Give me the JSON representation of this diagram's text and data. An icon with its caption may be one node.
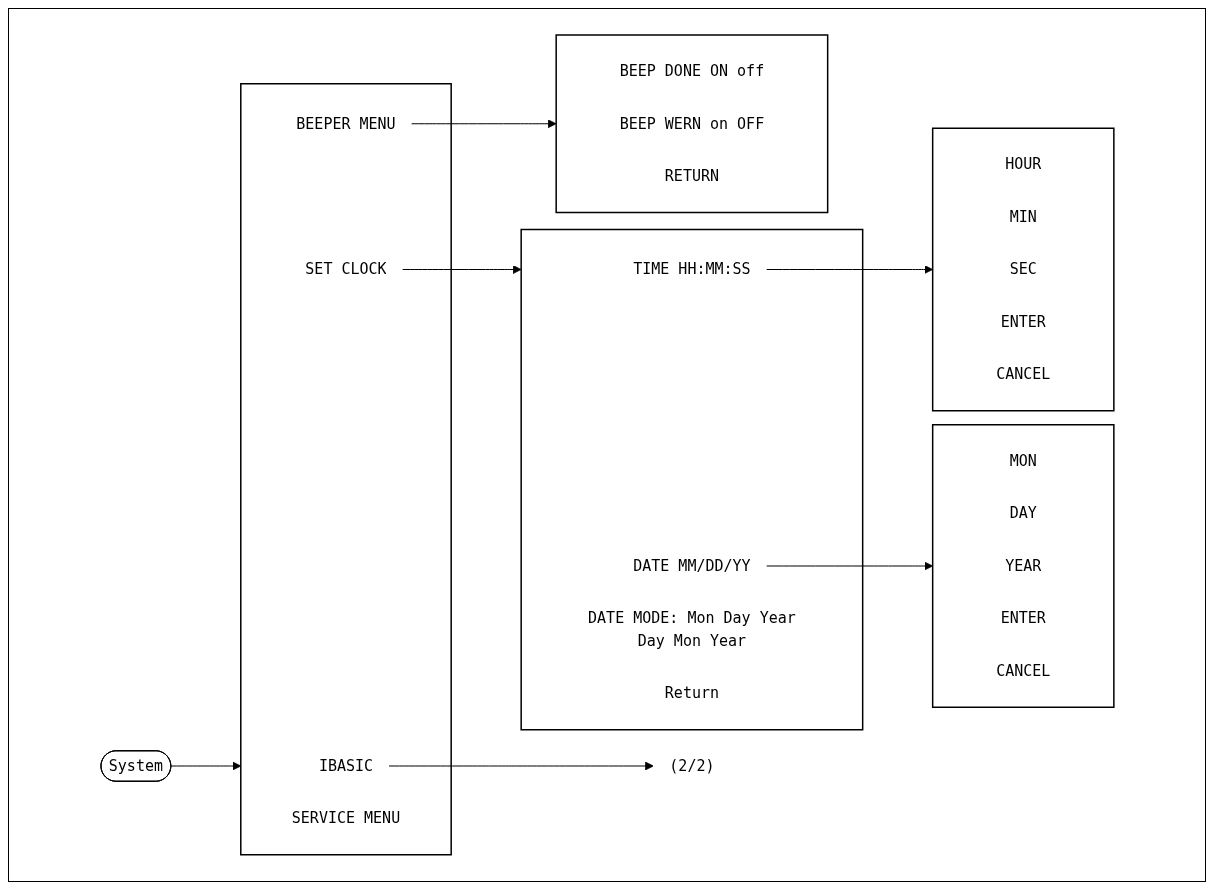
{
  "diagram": {
    "nodes": [
      {
        "text": [
          "System"
        ]
      },
      {
        "text": [],
        "shape": "box"
      },
      {
        "text": [
          "IBASIC"
        ],
        "in": 1
      },
      {
        "text": [
          "SET CLOCK"
        ],
        "in": 1
      },
      {
        "text": [
          "BEEPER MENU"
        ],
        "in": 1
      },
      {
        "text": [
          "SERVICE MENU"
        ],
        "in": 1
      },
      {
        "text": [
          "(2/2)"
        ]
      },
      {
        "text": [],
        "shape": "box"
      },
      {
        "text": [
          "TIME HH:MM:SS"
        ],
        "in": 7
      },
      {
        "text": [
          "DATE MM/DD/YY"
        ],
        "in": 7
      },
      {
        "text": [
          "DATE MODE: Mon Day Year",
          "Day Mon Year"
        ],
        "in": 7
      },
      {
        "text": [
          "Return"
        ],
        "in": 7
      },
      {
        "text": [],
        "shape": "box"
      },
      {
        "text": [
          "HOUR"
        ],
        "in": 12
      },
      {
        "text": [
          "MIN"
        ],
        "in": 12
      },
      {
        "text": [
          "SEC"
        ],
        "in": 12
      },
      {
        "text": [
          "ENTER"
        ],
        "in": 12
      },
      {
        "text": [
          "CANCEL"
        ],
        "in": 12
      },
      {
        "text": [],
        "shape": "box"
      },
      {
        "text": [
          "MON"
        ],
        "in": 18
      },
      {
        "text": [
          "DAY"
        ],
        "in": 18
      },
      {
        "text": [
          "YEAR"
        ],
        "in": 18
      },
      {
        "text": [
          "ENTER"
        ],
        "in": 18
      },
      {
        "text": [
          "CANCEL"
        ],
        "in": 18
      },
      {
        "text": [],
        "shape": "box"
      },
      {
        "text": [
          "BEEP DONE ON off"
        ],
        "in": 24
      },
      {
        "text": [
          "BEEP WERN on OFF"
        ],
        "in": 24
      },
      {
        "text": [
          "RETURN"
        ],
        "in": 24
      }
    ],
    "edges": [
      {
        "from": 0,
        "to": 1,
        "arrow": "to"
      },
      {
        "from": 2,
        "to": 6,
        "arrow": "to"
      },
      {
        "from": 3,
        "to": 7,
        "arrow": "to"
      },
      {
        "from": 8,
        "to": 12,
        "arrow": "to"
      },
      {
        "from": 9,
        "to": 18,
        "arrow": "to"
      },
      {
        "from": 4,
        "to": 24,
        "arrow": "to"
      }
    ]
  }
}
